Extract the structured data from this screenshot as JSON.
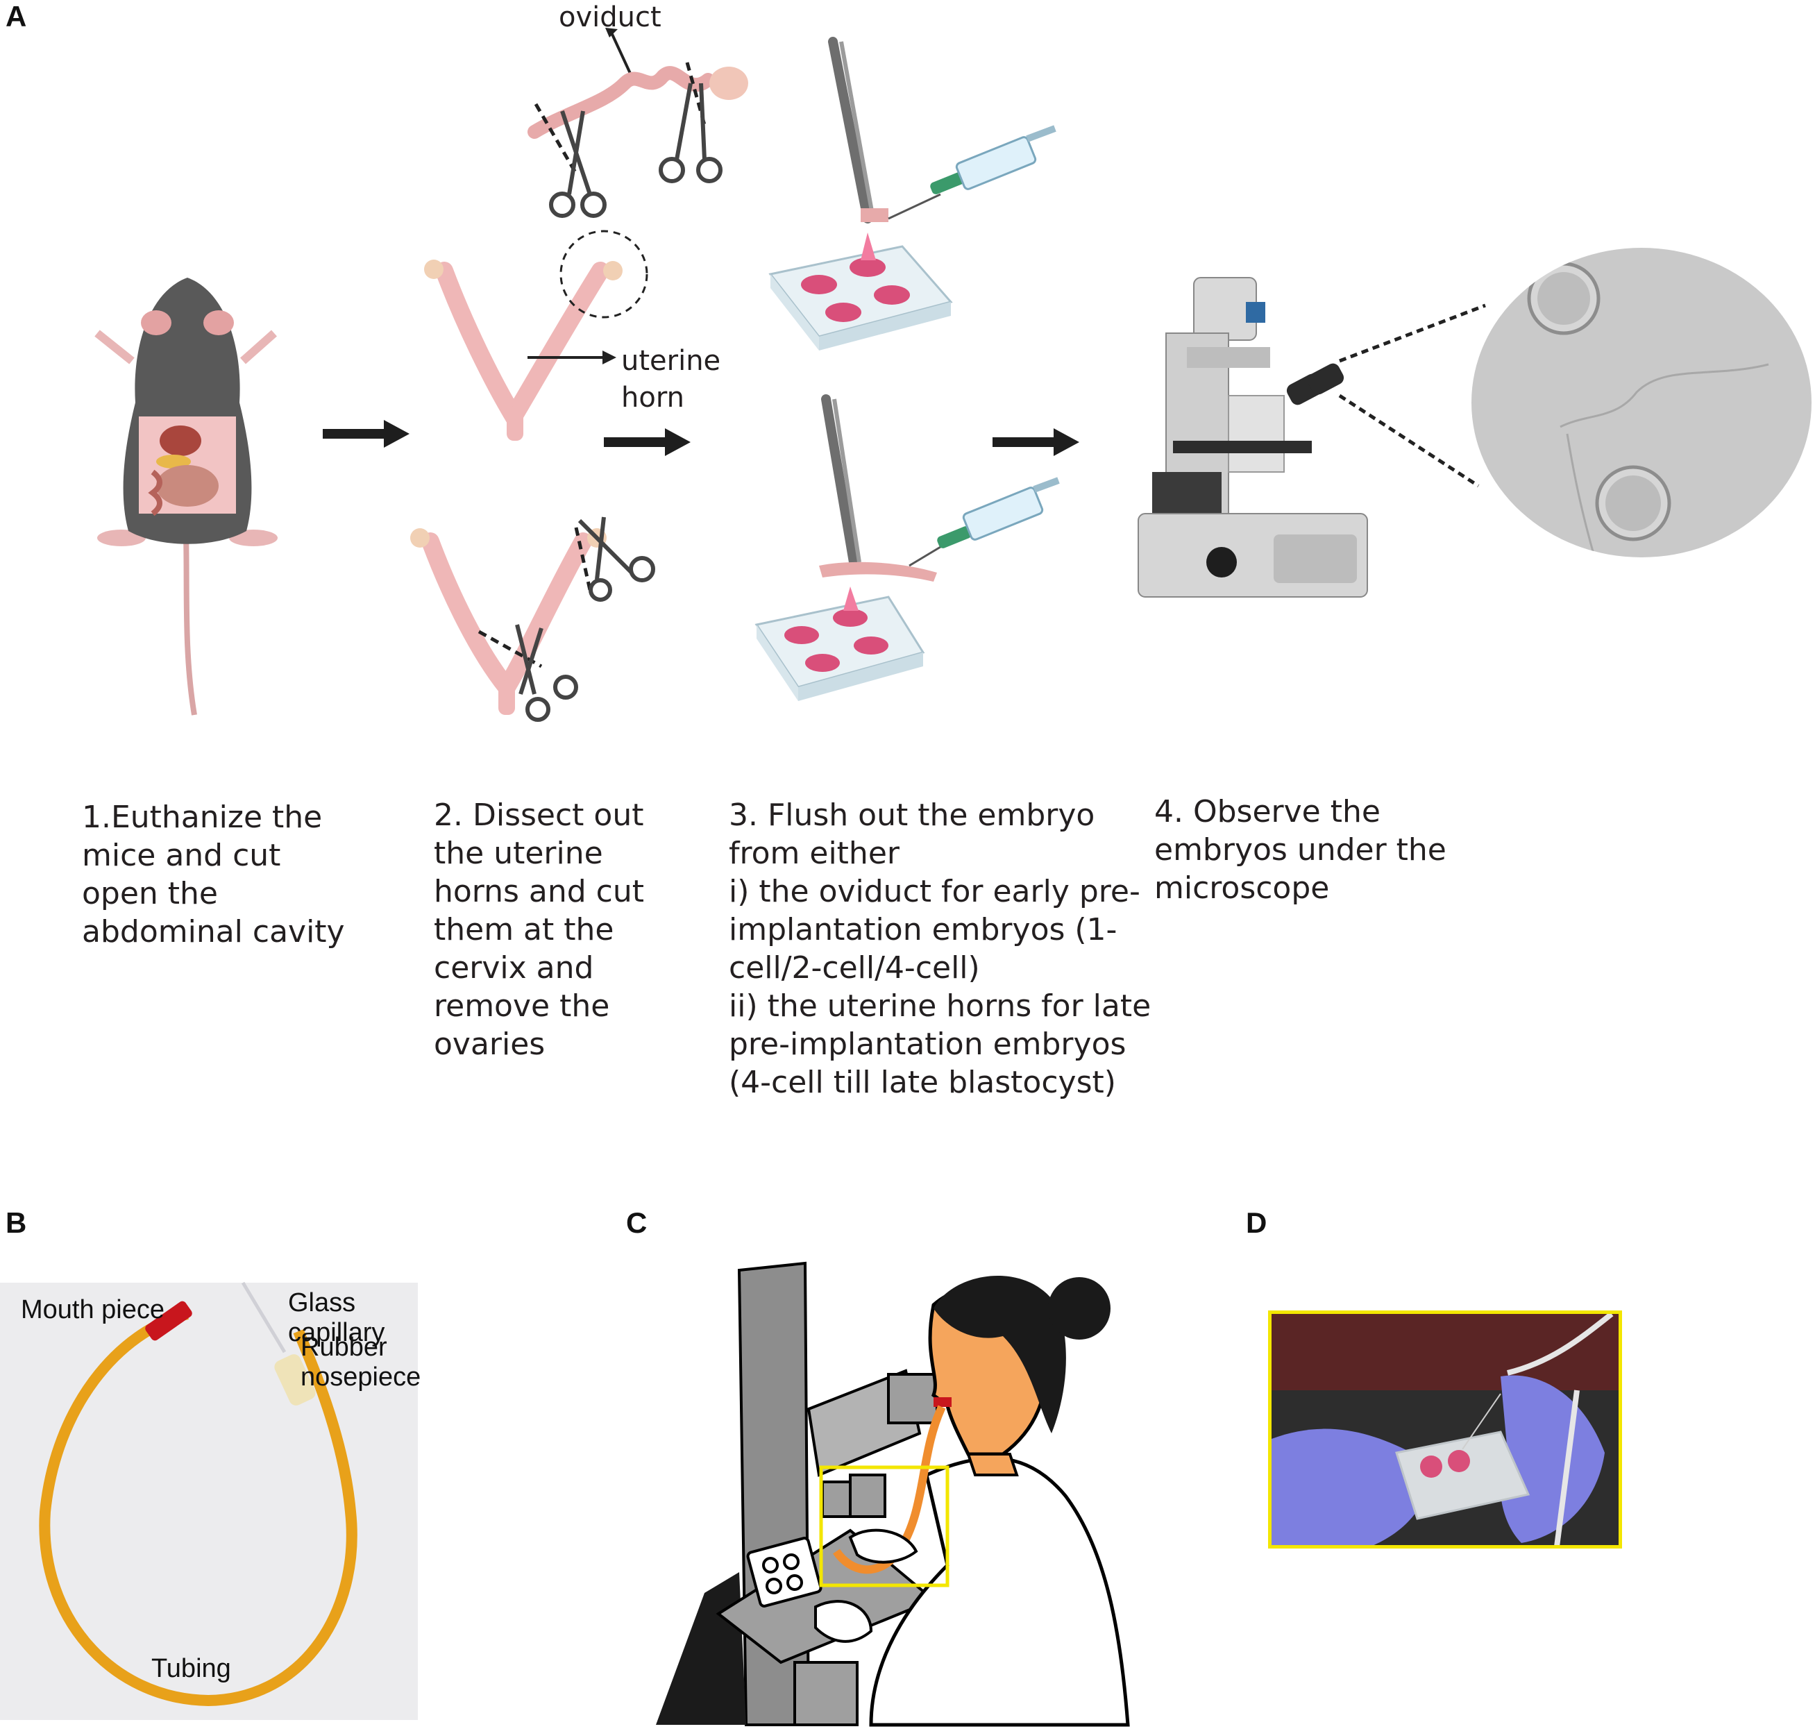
{
  "panels": {
    "a": "A",
    "b": "B",
    "c": "C",
    "d": "D"
  },
  "panel_a": {
    "callouts": {
      "oviduct": "oviduct",
      "uterine_line1": "uterine",
      "uterine_line2": "horn"
    },
    "steps": [
      {
        "lines": [
          "1.Euthanize the",
          "mice and cut",
          "open the",
          "abdominal cavity"
        ]
      },
      {
        "lines": [
          "2. Dissect out",
          "the uterine",
          "horns and cut",
          "them at the",
          "cervix and",
          "remove the",
          "ovaries"
        ]
      },
      {
        "lines": [
          "3. Flush out the embryo",
          "from either",
          "i) the oviduct for early pre-",
          "implantation embryos (1-",
          "cell/2-cell/4-cell)",
          "ii) the uterine horns for late",
          "pre-implantation embryos",
          "(4-cell till late blastocyst)"
        ]
      },
      {
        "lines": [
          "4. Observe the",
          "embryos under the",
          "microscope"
        ]
      }
    ]
  },
  "panel_b": {
    "labels": {
      "mouth_piece": "Mouth piece",
      "glass_capillary": "Glass capillary",
      "rubber_nosepiece": "Rubber nosepiece",
      "tubing": "Tubing"
    }
  },
  "colors": {
    "tissue_pink": "#f2c4c4",
    "dish_pink": "#d94f7a",
    "tubing_orange": "#e8a11a",
    "mouthpiece_red": "#c8161d",
    "lab_coat_skin": "#f5a55c",
    "highlight_yellow": "#f3e600",
    "glove_blue": "#7d7fe0",
    "arrow_black": "#1e1e1e"
  }
}
